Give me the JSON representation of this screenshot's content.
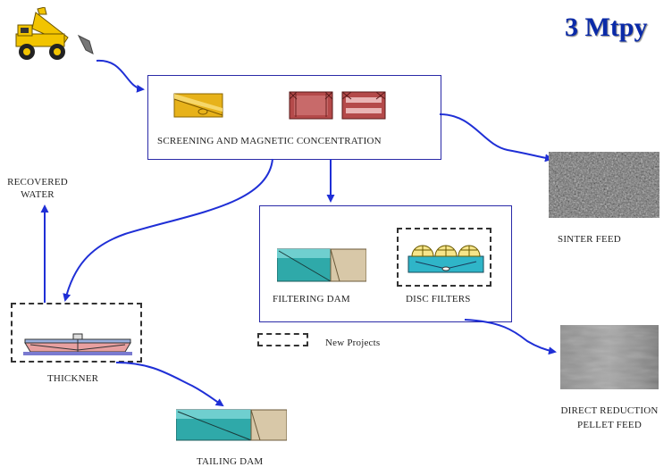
{
  "title": "3 Mtpy",
  "processes": {
    "screening": "SCREENING  AND  MAGNETIC CONCENTRATION",
    "filtering_dam": "FILTERING DAM",
    "disc_filters": "DISC  FILTERS",
    "thickener": "THICKNER",
    "tailing_dam": "TAILING DAM",
    "recovered_water_line1": "RECOVERED",
    "recovered_water_line2": "WATER"
  },
  "products": {
    "sinter_feed": "SINTER FEED",
    "drpf_line1": "DIRECT REDUCTION",
    "drpf_line2": "PELLET  FEED"
  },
  "legend": {
    "new_projects": "New Projects"
  },
  "colors": {
    "arrow": "#1f2fd6",
    "box_border": "#2a2aa8",
    "title": "#0a2aa8"
  }
}
